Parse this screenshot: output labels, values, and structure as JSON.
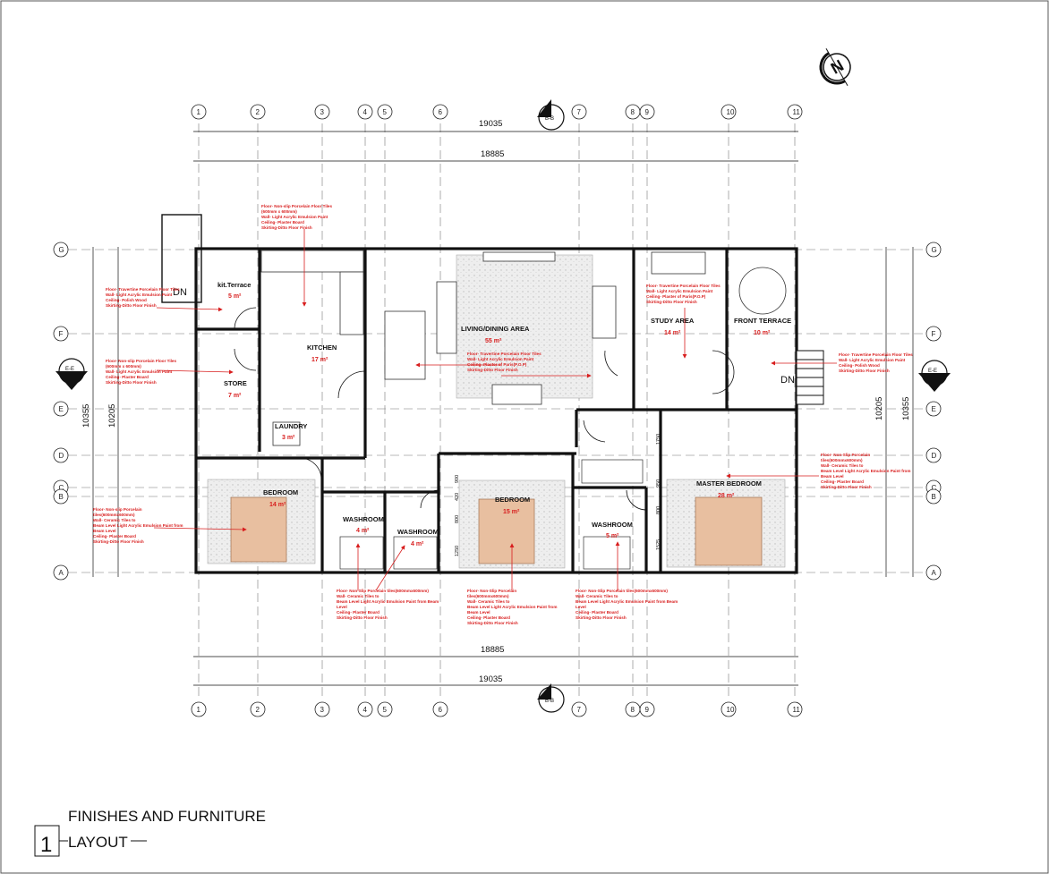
{
  "north_label": "N",
  "grid": {
    "columns": [
      "1",
      "2",
      "3",
      "4",
      "5",
      "6",
      "7",
      "8",
      "9",
      "10",
      "11"
    ],
    "rows": [
      "G",
      "F",
      "E",
      "D",
      "C",
      "B",
      "A"
    ]
  },
  "sections": {
    "bb": "B-B",
    "ee": "E-E"
  },
  "dimensions": {
    "overall_width": "19035",
    "inner_width": "18885",
    "overall_depth": "10355",
    "inner_depth": "10205",
    "seg_1750": "1750",
    "seg_950": "950",
    "seg_800": "800",
    "seg_1525": "1525",
    "seg_900": "900",
    "seg_420": "420",
    "seg_800b": "800",
    "seg_1250": "1250"
  },
  "rooms": {
    "kit_terrace": {
      "name": "kit.Terrace",
      "area": "5 m²"
    },
    "kitchen": {
      "name": "KITCHEN",
      "area": "17 m²"
    },
    "store": {
      "name": "STORE",
      "area": "7 m²"
    },
    "laundry": {
      "name": "LAUNDRY",
      "area": "3 m²"
    },
    "living": {
      "name": "LIVING/DINING AREA",
      "area": "55 m²"
    },
    "study": {
      "name": "STUDY AREA",
      "area": "14 m²"
    },
    "front_terrace": {
      "name": "FRONT TERRACE",
      "area": "10 m²"
    },
    "bedroom1": {
      "name": "BEDROOM",
      "area": "14 m²"
    },
    "washroom1": {
      "name": "WASHROOM",
      "area": "4 m²"
    },
    "washroom2": {
      "name": "WASHROOM",
      "area": "4 m²"
    },
    "bedroom2": {
      "name": "BEDROOM",
      "area": "15 m²"
    },
    "washroom3": {
      "name": "WASHROOM",
      "area": "5 m²"
    },
    "master": {
      "name": "MASTER BEDROOM",
      "area": "28 m²"
    }
  },
  "stairs": {
    "dn_left": "DN",
    "dn_right": "DN"
  },
  "notes": {
    "kitchen": [
      "Floor-   Non-slip Porcelain Floor Tiles",
      "           (600mm x 600mm)",
      "Wall-     Light Acrylic Emulsion Paint",
      "Ceiling-  Plaster Board",
      "Skirting-Ditto Floor Finish"
    ],
    "terrace": [
      "Floor-   Travertine Porcelain Floor Tiles",
      "Wall-     Light Acrylic Emulsion Paint",
      "Ceiling-  Polish Wood",
      "Skirting-Ditto Floor Finish"
    ],
    "store": [
      "Floor-   Non-slip Porcelain Floor Tiles",
      "           (600mm x 600mm)",
      "Wall-     Light Acrylic Emulsion Paint",
      "Ceiling-  Plaster Board",
      "Skirting-Ditto Floor Finish"
    ],
    "living": [
      "Floor-   Travertine Porcelain Floor Tiles",
      "Wall-     Light Acrylic Emulsion Paint",
      "Ceiling-  Plaster of Paris(P.O.P)",
      "Skirting-Ditto Floor Finish"
    ],
    "study": [
      "Floor-   Travertine Porcelain Floor Tiles",
      "Wall-     Light Acrylic Emulsion Paint",
      "Ceiling-  Plaster of Paris(P.O.P)",
      "Skirting-Ditto Floor Finish"
    ],
    "front_terrace": [
      "Floor-   Travertine Porcelain Floor Tiles",
      "Wall-     Light Acrylic Emulsion Paint",
      "Ceiling-  Polish Wood",
      "Skirting-Ditto Floor Finish"
    ],
    "bedroom1": [
      "Floor-   Non-slip Porcelain",
      "tiles(600mmx600mm)",
      "Wall-     Ceramic Tiles to",
      "Beam Level Light Acrylic Emulsion Paint from",
      "Beam Level",
      "Ceiling-  Plaster Board",
      "Skirting-Ditto Floor Finish"
    ],
    "washroom": [
      "Floor-   Non-Slip Porcelain tiles(600mmx600mm)",
      "Wall-     Ceramic Tiles to",
      "Beam Level Light Acrylic Emulsion Paint from Beam",
      "Level",
      "Ceiling-  Plaster Board",
      "Skirting-Ditto Floor Finish"
    ],
    "bedroom2": [
      "Floor-   Non-Slip Porcelain",
      "tiles(600mmx600mm)",
      "Wall-     Ceramic Tiles to",
      "Beam Level Light Acrylic Emulsion Paint from",
      "Beam Level",
      "Ceiling-  Plaster Board",
      "Skirting-Ditto Floor Finish"
    ],
    "washroom3": [
      "Floor-   Non-Slip Porcelain tiles(600mmx600mm)",
      "Wall-     Ceramic Tiles to",
      "Beam Level Light Acrylic Emulsion Paint from Beam",
      "Level",
      "Ceiling-  Plaster Board",
      "Skirting-Ditto Floor Finish"
    ],
    "master": [
      "Floor-   Non-Slip Porcelain",
      "tiles(600mmx600mm)",
      "Wall-     Ceramic Tiles to",
      "Beam Level Light Acrylic Emulsion Paint from",
      "Beam Level",
      "Ceiling-  Plaster Board",
      "Skirting-Ditto Floor Finish"
    ]
  },
  "title": {
    "number": "1",
    "line1": "FINISHES AND FURNITURE",
    "line2": "LAYOUT"
  },
  "colors": {
    "annotation": "#d81e1e",
    "wall": "#111111",
    "rug": "#ececec",
    "bed": "#e8bfa0"
  }
}
